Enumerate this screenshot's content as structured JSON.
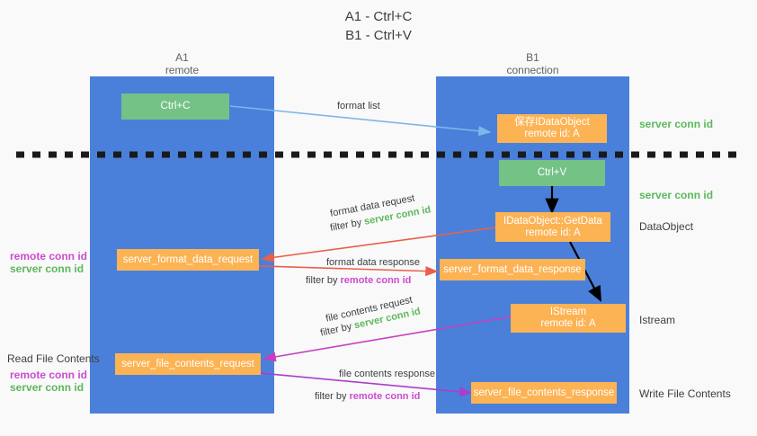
{
  "title": {
    "line1": "A1 - Ctrl+C",
    "line2": "B1 - Ctrl+V"
  },
  "columns": [
    {
      "name": "A1",
      "sub": "remote"
    },
    {
      "name": "B1",
      "sub": "connection"
    }
  ],
  "colors": {
    "lane": "#4a80da",
    "green_box": "#74c286",
    "orange_box": "#fcb354",
    "server_conn_id": "#5cb85c",
    "remote_conn_id": "#cc4bd0",
    "arrow_blue": "#7eb6e8",
    "arrow_red": "#e8604c",
    "arrow_pink": "#c73fc0",
    "arrow_purple": "#a93fc9",
    "arrow_black": "#000000",
    "divider": "#1a1a1a"
  },
  "nodes": {
    "ctrl_c": "Ctrl+C",
    "save_idataobject_l1": "保存IDataObject",
    "save_idataobject_l2": "remote id: A",
    "ctrl_v": "Ctrl+V",
    "getdata_l1": "IDataObject::GetData",
    "getdata_l2": "remote id: A",
    "format_data_request": "server_format_data_request",
    "format_data_response": "server_format_data_response",
    "istream_l1": "IStream",
    "istream_l2": "remote id: A",
    "file_contents_request": "server_file_contents_request",
    "file_contents_response": "server_file_contents_response"
  },
  "edge_labels": {
    "format_list": "format list",
    "format_data_request": "format data request",
    "format_data_request_filter_prefix": "filter by ",
    "format_data_request_filter_value": "server conn id",
    "format_data_response": "format data response",
    "format_data_response_filter_prefix": "filter by ",
    "format_data_response_filter_value": "remote conn id",
    "file_contents_request": "file contents request",
    "file_contents_request_filter_prefix": "filter by ",
    "file_contents_request_filter_value": "server conn id",
    "file_contents_response": "file contents response",
    "file_contents_response_filter_prefix": "filter by ",
    "file_contents_response_filter_value": "remote conn id"
  },
  "right_annotations": {
    "server_conn_id_1": "server conn id",
    "server_conn_id_2": "server conn id",
    "dataobject": "DataObject",
    "istream": "Istream",
    "write_file_contents": "Write File Contents"
  },
  "left_annotations": {
    "remote_conn_id_1": "remote conn id",
    "server_conn_id_1": "server conn id",
    "read_file_contents": "Read File Contents",
    "remote_conn_id_2": "remote conn id",
    "server_conn_id_2": "server conn id"
  }
}
